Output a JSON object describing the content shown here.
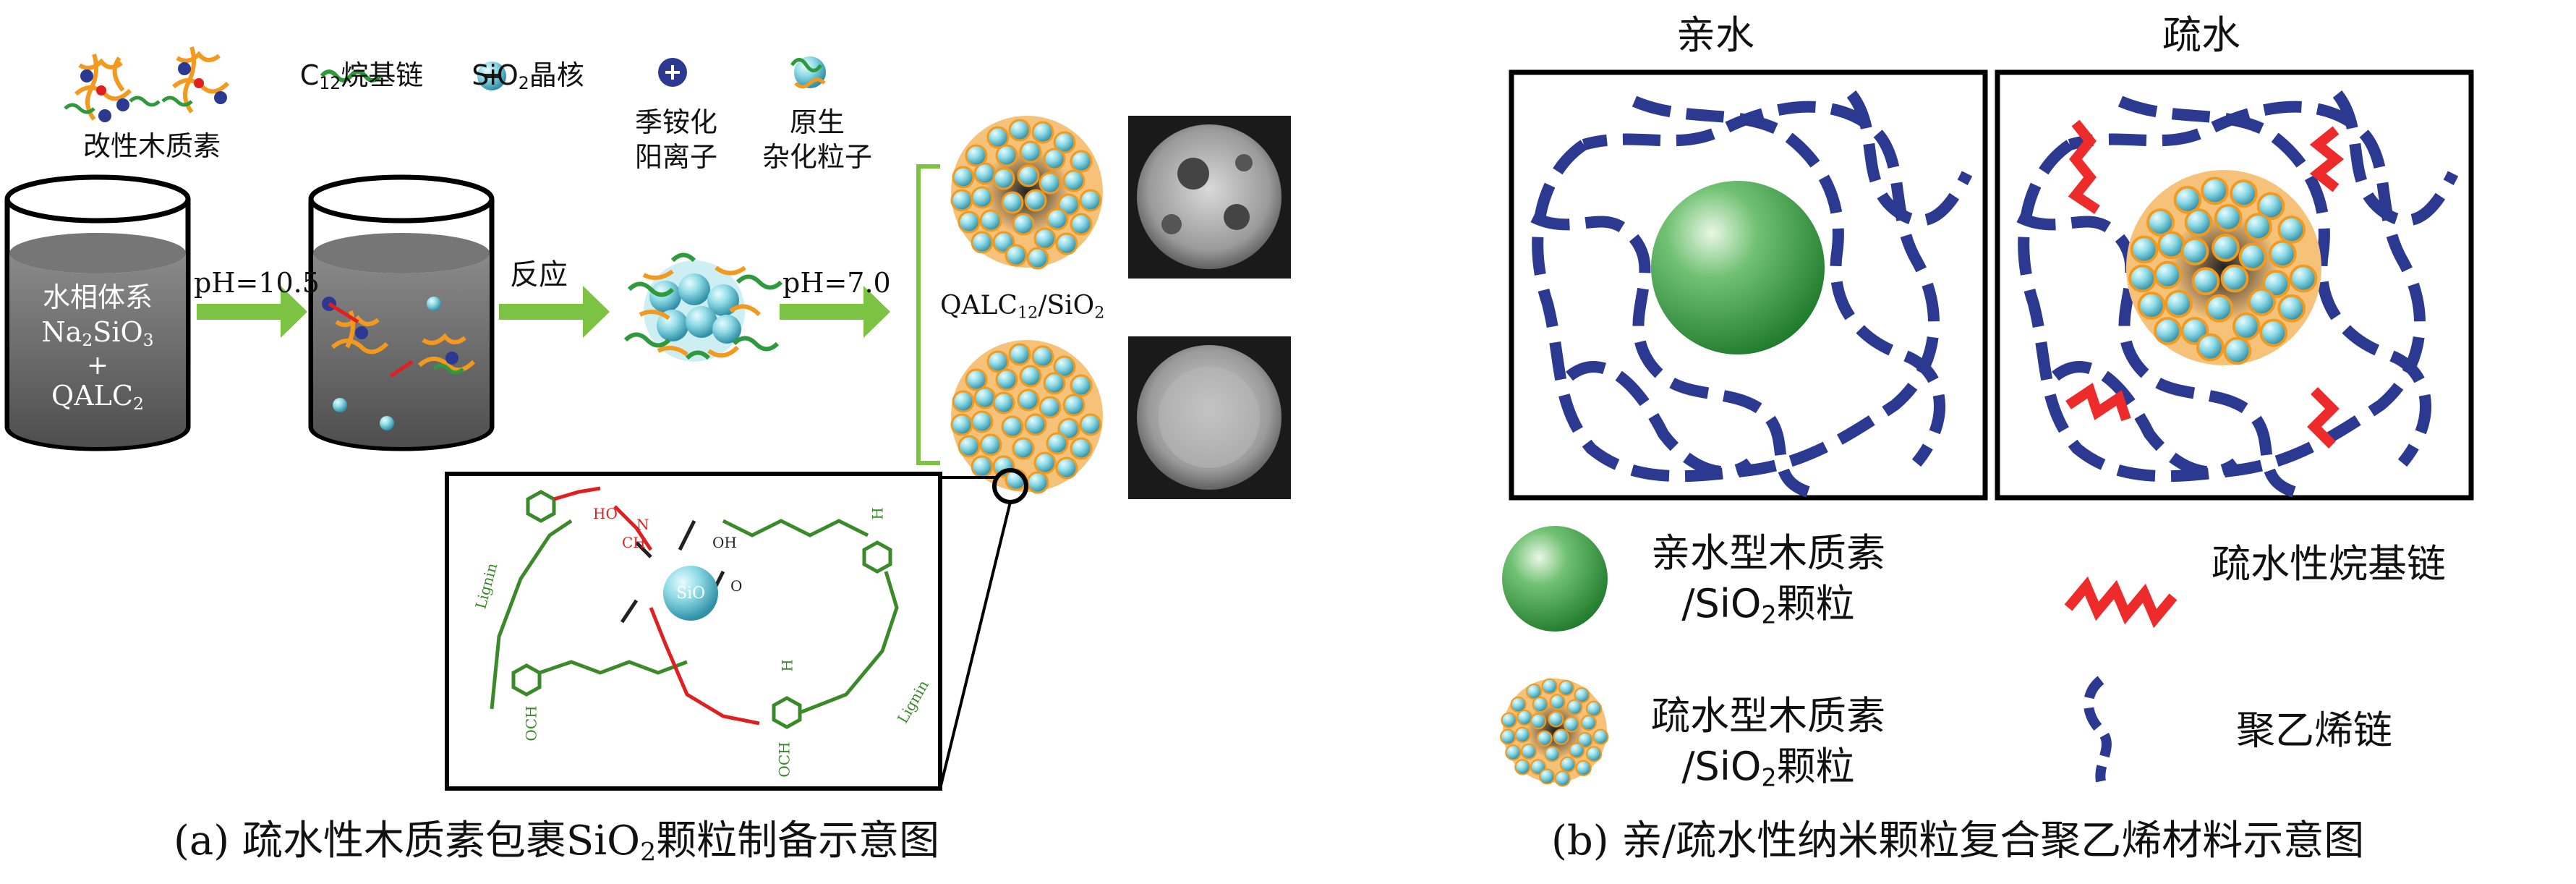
{
  "panel_a": {
    "legend": {
      "modified_lignin": "改性木质素",
      "c12_chain_prefix": "C",
      "c12_chain_sub": "12",
      "c12_chain_suffix": "烷基链",
      "sio2_core_prefix": "SiO",
      "sio2_core_sub": "2",
      "sio2_core_suffix": "晶核",
      "quat_line1": "季铵化",
      "quat_line2": "阳离子",
      "primary_line1": "原生",
      "primary_line2": "杂化粒子"
    },
    "beaker1": {
      "line1": "水相体系",
      "line2_prefix": "Na",
      "line2_sub1": "2",
      "line2_mid": "SiO",
      "line2_sub2": "3",
      "line3": "+",
      "line4_prefix": "QALC",
      "line4_sub": "2"
    },
    "arrow1_label": "pH=10.5",
    "arrow2_label": "反应",
    "arrow3_label": "pH=7.0",
    "product_prefix": "QALC",
    "product_sub1": "12",
    "product_mid": "/SiO",
    "product_sub2": "2",
    "molecule": {
      "sio2": "SiO",
      "lignin_1": "Lignin",
      "lignin_2": "Lignin",
      "och3_1": "OCH",
      "och3_2": "OCH",
      "h3co_1": "H",
      "h3co_2": "H",
      "ch3": "CH",
      "ho": "HO",
      "oh": "OH",
      "n_plus": "N",
      "o_minus": "O"
    },
    "caption_prefix": "(a) 疏水性木质素包裹SiO",
    "caption_sub": "2",
    "caption_suffix": "颗粒制备示意图"
  },
  "panel_b": {
    "title_left": "亲水",
    "title_right": "疏水",
    "legend": {
      "hydrophilic_line1": "亲水型木质素",
      "hydrophilic_line2_prefix": "/SiO",
      "hydrophilic_line2_sub": "2",
      "hydrophilic_line2_suffix": "颗粒",
      "hydrophobic_chain": "疏水性烷基链",
      "hydrophobic_line1": "疏水型木质素",
      "hydrophobic_line2_prefix": "/SiO",
      "hydrophobic_line2_sub": "2",
      "hydrophobic_line2_suffix": "颗粒",
      "pe_chain": "聚乙烯链"
    },
    "caption": "(b) 亲/疏水性纳米颗粒复合聚乙烯材料示意图"
  },
  "colors": {
    "arrow_green": "#7cc243",
    "pe_blue": "#2b3990",
    "alkyl_red": "#ee2b2b",
    "sphere_green": "#2e9a3b",
    "particle_cyan": "#7fd3df",
    "particle_orange": "#f39a1e",
    "beaker_liquid": "#5f5f5f",
    "molecule_green": "#3a8a2a",
    "molecule_red": "#e02020"
  },
  "icons": [
    "beaker-icon",
    "arrow-right-icon",
    "sphere-icon",
    "nanoparticle-cluster-icon",
    "sem-image-icon",
    "wavy-chain-icon"
  ]
}
